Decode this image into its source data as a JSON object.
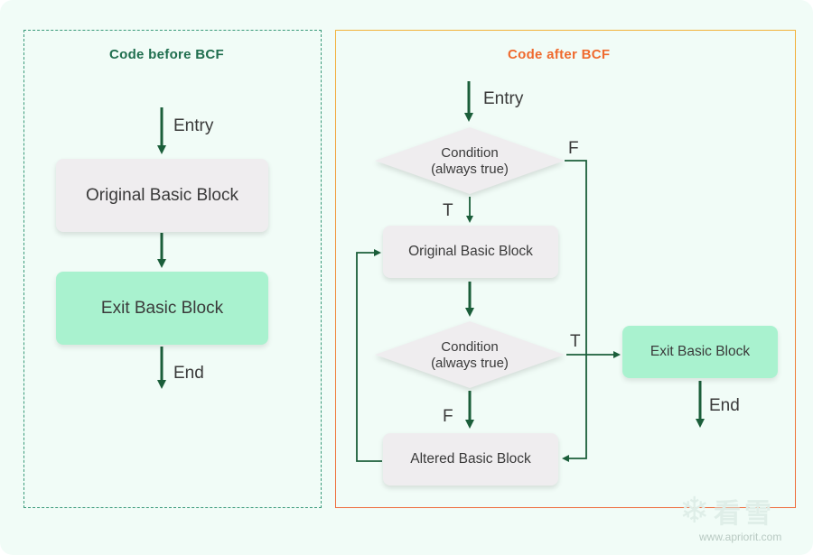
{
  "left_panel": {
    "title": "Code before BCF",
    "entry_label": "Entry",
    "original_block": "Original Basic Block",
    "exit_block": "Exit Basic Block",
    "end_label": "End"
  },
  "right_panel": {
    "title": "Code after BCF",
    "entry_label": "Entry",
    "condition_1": {
      "line1": "Condition",
      "line2": "(always true)"
    },
    "condition_2": {
      "line1": "Condition",
      "line2": "(always true)"
    },
    "original_block": "Original Basic Block",
    "altered_block": "Altered Basic Block",
    "exit_block": "Exit Basic Block",
    "end_label": "End",
    "cond1_false_label": "F",
    "cond1_true_label": "T",
    "cond2_true_label": "T",
    "cond2_false_label": "F"
  },
  "watermark": {
    "text": "看雪",
    "url": "www.apriorit.com"
  },
  "colors": {
    "arrow": "#1b5e3a",
    "left_border": "#3a9a7a",
    "right_border_top": "#f2b23a",
    "right_border_bottom": "#ef6a3a",
    "left_title": "#1f6e4e",
    "right_title": "#ef6a2e",
    "gray_block": "#efedef",
    "green_block": "#a9f2cf"
  }
}
